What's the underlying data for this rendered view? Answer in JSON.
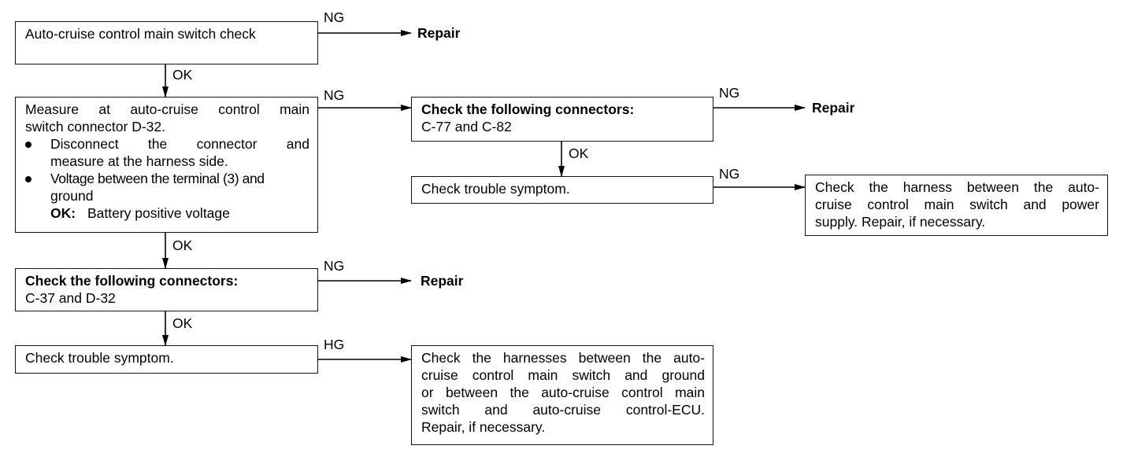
{
  "steps": {
    "main_switch_check": {
      "text": "Auto-cruise control main switch check"
    },
    "measure": {
      "lines": [
        "Measure at auto-cruise control main",
        "switch connector D-32."
      ],
      "bullets": [
        [
          "Disconnect the connector and",
          "measure at the harness side."
        ],
        [
          "Voltage between the terminal (3) and",
          "ground"
        ]
      ],
      "ok_label": "OK:",
      "ok_value": "Battery positive voltage"
    },
    "connectors_1": {
      "title": "Check the following connectors:",
      "detail": "C-37 and D-32"
    },
    "symptom_1": {
      "text": "Check trouble symptom."
    },
    "harness_ground": {
      "lines": [
        "Check the harnesses between the auto-",
        "cruise control main switch and ground",
        "or between the auto-cruise control main",
        "switch and auto-cruise control-ECU.",
        "Repair, if necessary."
      ]
    },
    "connectors_2": {
      "title": "Check the following connectors:",
      "detail": "C-77 and C-82"
    },
    "symptom_2": {
      "text": "Check trouble symptom."
    },
    "harness_power": {
      "lines": [
        "Check the harness between the auto-",
        "cruise control main switch and power",
        "supply. Repair, if necessary."
      ]
    }
  },
  "labels": {
    "ng_1": "NG",
    "ok_1": "OK",
    "ng_2": "NG",
    "ok_2": "OK",
    "ng_3": "NG",
    "ok_3": "OK",
    "hg_4": "HG",
    "ng_5": "NG",
    "ok_5": "OK",
    "ng_6": "NG"
  },
  "results": {
    "repair_1": "Repair",
    "repair_3": "Repair",
    "repair_5": "Repair"
  }
}
